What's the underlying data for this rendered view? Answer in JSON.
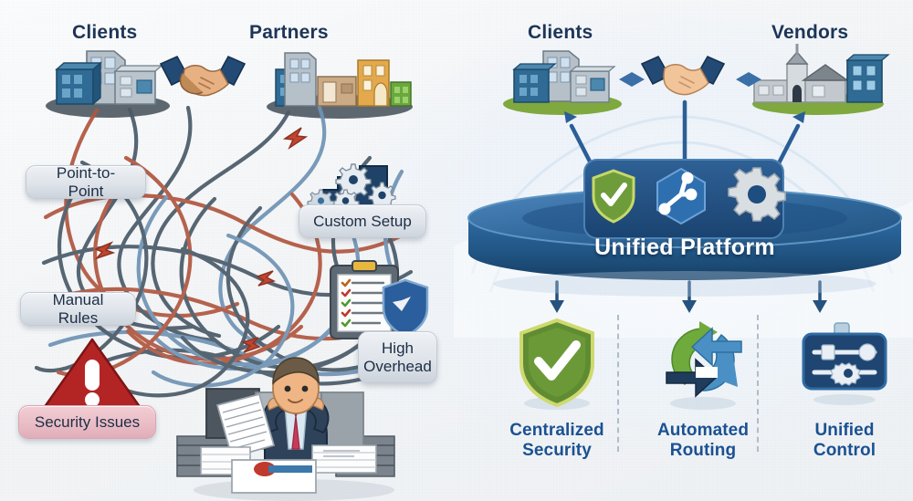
{
  "theme": {
    "navy": "#1d3557",
    "accent_blue": "#1b5192",
    "platform_blue": "#1e4d80",
    "green": "#6f9c3a",
    "danger_red": "#b22222",
    "pill_grey": "#dfe4ea",
    "pill_pink": "#e9bcc5",
    "background": "#f3f5f7"
  },
  "left_panel": {
    "name": "chaotic-point-to-point-integration",
    "headings": {
      "clients": "Clients",
      "partners": "Partners"
    },
    "tags": [
      {
        "id": "point-to-point",
        "label": "Point-to-Point",
        "style": "grey"
      },
      {
        "id": "custom-setup",
        "label": "Custom Setup",
        "style": "grey"
      },
      {
        "id": "manual-rules",
        "label": "Manual Rules",
        "style": "grey"
      },
      {
        "id": "high-overhead",
        "label_line1": "High",
        "label_line2": "Overhead",
        "style": "grey"
      },
      {
        "id": "security-issues",
        "label": "Security Issues",
        "style": "pink"
      }
    ],
    "icons": [
      "handshake-icon",
      "office-buildings-icon",
      "mixed-buildings-icon",
      "gears-icon",
      "clipboard-checklist-icon",
      "shield-icon",
      "warning-triangle-icon",
      "stressed-office-worker-icon",
      "paper-stacks-icon",
      "tangled-connections-icon"
    ]
  },
  "right_panel": {
    "name": "unified-platform-solution",
    "headings": {
      "clients": "Clients",
      "vendors": "Vendors"
    },
    "platform": {
      "label": "Unified Platform",
      "icons": [
        {
          "id": "shield-check-icon",
          "meaning": "security"
        },
        {
          "id": "network-hexagon-icon",
          "meaning": "connectivity"
        },
        {
          "id": "gear-icon",
          "meaning": "configuration"
        }
      ]
    },
    "features": [
      {
        "id": "centralized-security",
        "icon": "shield-check-icon",
        "line1": "Centralized",
        "line2": "Security"
      },
      {
        "id": "automated-routing",
        "icon": "circular-arrows-icon",
        "line1": "Automated",
        "line2": "Routing"
      },
      {
        "id": "unified-control",
        "icon": "control-panel-sliders-icon",
        "line1": "Unified",
        "line2": "Control"
      }
    ],
    "icons": [
      "handshake-icon",
      "office-buildings-icon",
      "town-buildings-icon",
      "double-arrow-icon",
      "down-arrow-icon"
    ]
  }
}
